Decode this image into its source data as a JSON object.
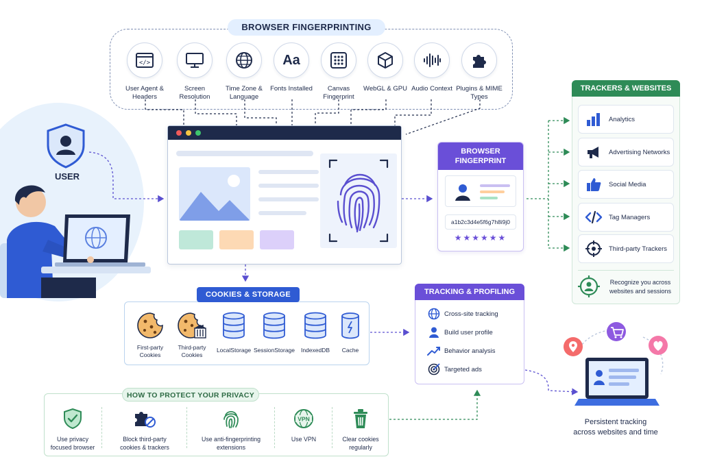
{
  "fingerprinting": {
    "title": "BROWSER FINGERPRINTING",
    "items": [
      {
        "label": "User Agent & Headers",
        "icon": "code-window-icon"
      },
      {
        "label": "Screen Resolution",
        "icon": "monitor-icon"
      },
      {
        "label": "Time Zone & Language",
        "icon": "globe-icon"
      },
      {
        "label": "Fonts Installed",
        "icon": "font-icon"
      },
      {
        "label": "Canvas Fingerprint",
        "icon": "canvas-grid-icon"
      },
      {
        "label": "WebGL & GPU",
        "icon": "cube-icon"
      },
      {
        "label": "Audio Context",
        "icon": "audio-wave-icon"
      },
      {
        "label": "Plugins & MIME Types",
        "icon": "puzzle-icon"
      }
    ]
  },
  "user": {
    "label": "USER"
  },
  "browser_fingerprint": {
    "title_line1": "BROWSER",
    "title_line2": "FINGERPRINT",
    "hash": "a1b2c3d4e5f6g7h8i9j0",
    "stars": "★★★★★★"
  },
  "trackers": {
    "title": "TRACKERS & WEBSITES",
    "items": [
      {
        "label": "Analytics",
        "icon": "bar-chart-icon"
      },
      {
        "label": "Advertising Networks",
        "icon": "megaphone-icon"
      },
      {
        "label": "Social Media",
        "icon": "thumbs-up-icon"
      },
      {
        "label": "Tag Managers",
        "icon": "code-icon"
      },
      {
        "label": "Third-party Trackers",
        "icon": "crosshair-icon"
      }
    ],
    "footer_line1": "Recognize you across",
    "footer_line2": "websites and sessions"
  },
  "cookies": {
    "title": "COOKIES & STORAGE",
    "items": [
      {
        "label_line1": "First-party",
        "label_line2": "Cookies",
        "icon": "cookie-icon"
      },
      {
        "label_line1": "Third-party",
        "label_line2": "Cookies",
        "icon": "third-party-cookie-icon"
      },
      {
        "label_line1": "LocalStorage",
        "label_line2": "",
        "icon": "database-icon"
      },
      {
        "label_line1": "SessionStorage",
        "label_line2": "",
        "icon": "database-icon"
      },
      {
        "label_line1": "IndexedDB",
        "label_line2": "",
        "icon": "database-icon"
      },
      {
        "label_line1": "Cache",
        "label_line2": "",
        "icon": "cache-icon"
      }
    ]
  },
  "tracking": {
    "title": "TRACKING & PROFILING",
    "items": [
      {
        "label": "Cross-site tracking",
        "icon": "globe-icon"
      },
      {
        "label": "Build user profile",
        "icon": "person-icon"
      },
      {
        "label": "Behavior analysis",
        "icon": "trend-icon"
      },
      {
        "label": "Targeted ads",
        "icon": "target-icon"
      }
    ]
  },
  "persistent": {
    "line1": "Persistent tracking",
    "line2": "across websites and time"
  },
  "protect": {
    "title": "HOW TO PROTECT YOUR PRIVACY",
    "items": [
      {
        "label_line1": "Use privacy",
        "label_line2": "focused browser",
        "icon": "shield-check-icon"
      },
      {
        "label_line1": "Block third-party",
        "label_line2": "cookies & trackers",
        "icon": "block-puzzle-icon"
      },
      {
        "label_line1": "Use anti-fingerprinting",
        "label_line2": "extensions",
        "icon": "fingerprint-icon"
      },
      {
        "label_line1": "Use VPN",
        "label_line2": "",
        "icon": "vpn-icon"
      },
      {
        "label_line1": "Clear cookies",
        "label_line2": "regularly",
        "icon": "trash-icon"
      }
    ]
  },
  "colors": {
    "navy": "#1e2a4a",
    "blue": "#2f5bd3",
    "purple": "#6a4fd8",
    "green": "#2e8b57",
    "light_blue_bg": "#eaf3fc"
  }
}
